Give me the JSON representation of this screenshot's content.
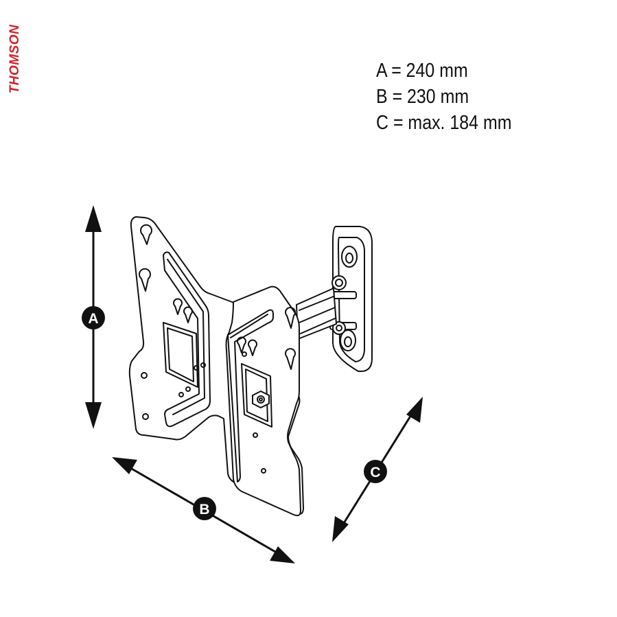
{
  "brand": {
    "name": "THOMSON",
    "color": "#d2232a"
  },
  "dimensions": [
    {
      "text": "A = 240 mm"
    },
    {
      "text": "B = 230 mm"
    },
    {
      "text": "C = max. 184 mm"
    }
  ],
  "labels": {
    "a": "A",
    "b": "B",
    "c": "C"
  },
  "colors": {
    "ink": "#111111",
    "plate": "#ffffff",
    "shade": "#e9e9e9"
  }
}
